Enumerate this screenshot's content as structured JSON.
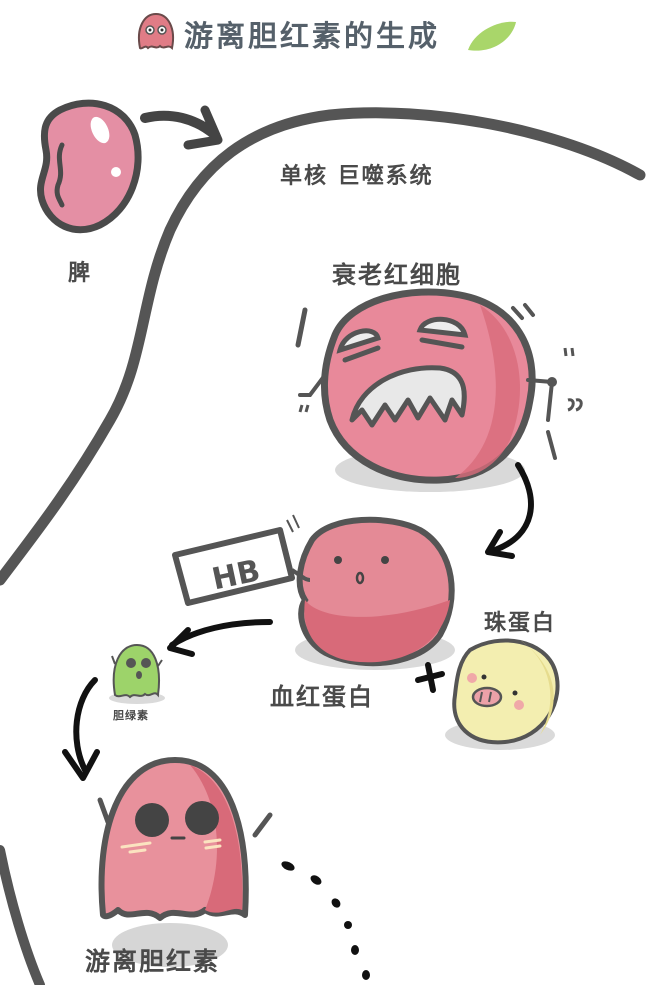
{
  "title": {
    "text": "游离胆红素的生成",
    "icon": "ghost-icon",
    "decoration": "leaf-icon"
  },
  "regions": {
    "macrophage_system": "单核 巨噬系统"
  },
  "nodes": {
    "spleen": {
      "label": "脾",
      "icon": "spleen-icon"
    },
    "senescent_rbc": {
      "label": "衰老红细胞",
      "icon": "old-red-blood-cell-icon"
    },
    "hemoglobin": {
      "label": "血红蛋白",
      "sign_text": "HB",
      "icon": "hemoglobin-blob-icon"
    },
    "globin": {
      "label": "珠蛋白",
      "icon": "pig-globin-icon"
    },
    "biliverdin": {
      "label": "胆绿素",
      "icon": "green-ghost-icon"
    },
    "free_bilirubin": {
      "label": "游离胆红素",
      "icon": "red-ghost-icon"
    }
  },
  "connectors": {
    "plus": "+"
  },
  "colors": {
    "outline": "#555555",
    "pink_cell": "#e58a94",
    "pink_dark": "#d76a78",
    "spleen": "#e48fa4",
    "globin_yellow": "#f3eeb0",
    "biliverdin_green": "#9dd36a",
    "leaf_green": "#a9d66a",
    "title_text": "#55606a"
  }
}
